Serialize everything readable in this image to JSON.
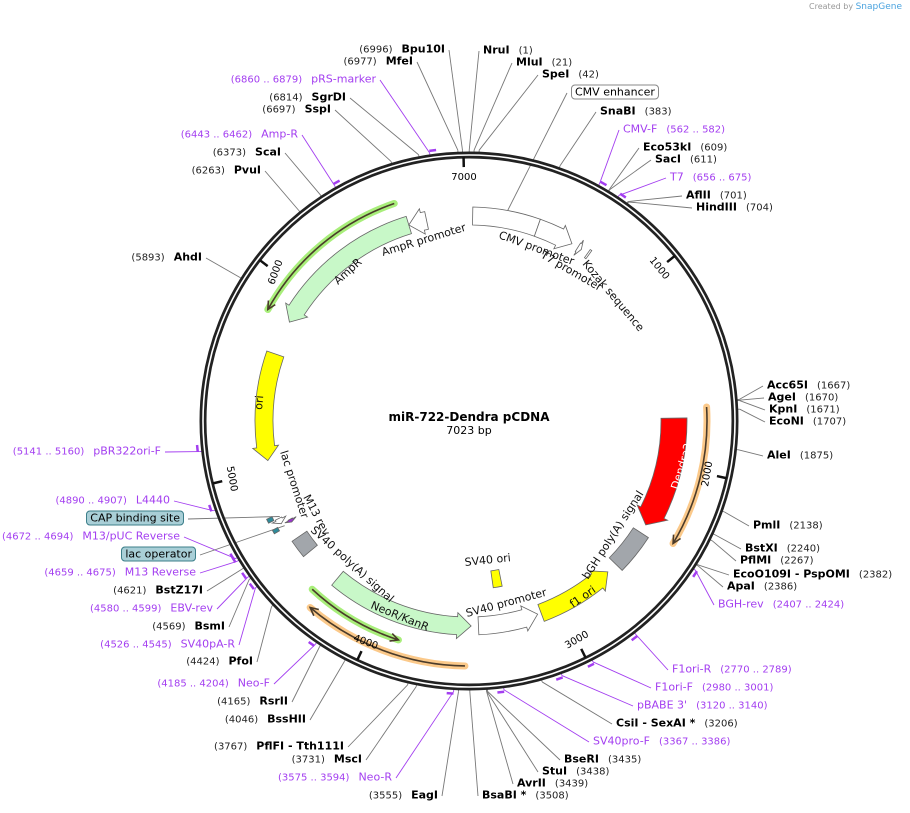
{
  "credit": {
    "prefix": "Created by",
    "brand": "SnapGene"
  },
  "plasmid": {
    "name": "miR-722-Dendra pCDNA",
    "length_label": "7023 bp",
    "length": 7023
  },
  "ticks": [
    "1000",
    "2000",
    "3000",
    "4000",
    "5000",
    "6000",
    "7000"
  ],
  "colors": {
    "primer": "#a33ef0",
    "enzyme": "#000000",
    "ring": "#222222"
  },
  "labels": [
    {
      "kind": "enzyme",
      "name": "Bpu10I",
      "pos": "6996"
    },
    {
      "kind": "enzyme",
      "name": "MfeI",
      "pos": "6977"
    },
    {
      "kind": "primer",
      "name": "pRS-marker",
      "pos": "6860 .. 6879"
    },
    {
      "kind": "enzyme",
      "name": "SgrDI",
      "pos": "6814"
    },
    {
      "kind": "enzyme",
      "name": "SspI",
      "pos": "6697"
    },
    {
      "kind": "primer",
      "name": "Amp-R",
      "pos": "6443 .. 6462"
    },
    {
      "kind": "enzyme",
      "name": "ScaI",
      "pos": "6373"
    },
    {
      "kind": "enzyme",
      "name": "PvuI",
      "pos": "6263"
    },
    {
      "kind": "enzyme",
      "name": "AhdI",
      "pos": "5893"
    },
    {
      "kind": "primer",
      "name": "pBR322ori-F",
      "pos": "5141 .. 5160"
    },
    {
      "kind": "primer",
      "name": "L4440",
      "pos": "4890 .. 4907"
    },
    {
      "kind": "feature",
      "name": "CAP binding site",
      "site": 4745
    },
    {
      "kind": "primer",
      "name": "M13/pUC Reverse",
      "pos": "4672 .. 4694"
    },
    {
      "kind": "feature",
      "name": "lac operator",
      "site": 4690
    },
    {
      "kind": "primer",
      "name": "M13 Reverse",
      "pos": "4659 .. 4675"
    },
    {
      "kind": "enzyme",
      "name": "BstZ17I",
      "pos": "4621"
    },
    {
      "kind": "primer",
      "name": "EBV-rev",
      "pos": "4580 .. 4599"
    },
    {
      "kind": "enzyme",
      "name": "BsmI",
      "pos": "4569"
    },
    {
      "kind": "primer",
      "name": "SV40pA-R",
      "pos": "4526 .. 4545"
    },
    {
      "kind": "enzyme",
      "name": "PfoI",
      "pos": "4424"
    },
    {
      "kind": "primer",
      "name": "Neo-F",
      "pos": "4185 .. 4204"
    },
    {
      "kind": "enzyme",
      "name": "RsrII",
      "pos": "4165"
    },
    {
      "kind": "enzyme",
      "name": "BssHII",
      "pos": "4046"
    },
    {
      "kind": "enzyme",
      "name": "PflFI  - Tth111I",
      "pos": "3767"
    },
    {
      "kind": "enzyme",
      "name": "MscI",
      "pos": "3731"
    },
    {
      "kind": "primer",
      "name": "Neo-R",
      "pos": "3575 .. 3594"
    },
    {
      "kind": "enzyme",
      "name": "EagI",
      "pos": "3555"
    },
    {
      "kind": "enzyme",
      "name": "BsaBI *",
      "pos": "3508"
    },
    {
      "kind": "enzyme",
      "name": "AvrII",
      "pos": "3439"
    },
    {
      "kind": "enzyme",
      "name": "StuI",
      "pos": "3438"
    },
    {
      "kind": "enzyme",
      "name": "BseRI",
      "pos": "3435"
    },
    {
      "kind": "primer",
      "name": "SV40pro-F",
      "pos": "3367 .. 3386"
    },
    {
      "kind": "enzyme",
      "name": "CsiI  - SexAI *",
      "pos": "3206"
    },
    {
      "kind": "primer",
      "name": "pBABE 3'",
      "pos": "3120 .. 3140"
    },
    {
      "kind": "primer",
      "name": "F1ori-F",
      "pos": "2980 .. 3001"
    },
    {
      "kind": "primer",
      "name": "F1ori-R",
      "pos": "2770 .. 2789"
    },
    {
      "kind": "primer",
      "name": "BGH-rev",
      "pos": "2407 .. 2424"
    },
    {
      "kind": "enzyme",
      "name": "ApaI",
      "pos": "2386"
    },
    {
      "kind": "enzyme",
      "name": "EcoO109I  - PspOMI",
      "pos": "2382"
    },
    {
      "kind": "enzyme",
      "name": "PflMI",
      "pos": "2267"
    },
    {
      "kind": "enzyme",
      "name": "BstXI",
      "pos": "2240"
    },
    {
      "kind": "enzyme",
      "name": "PmlI",
      "pos": "2138"
    },
    {
      "kind": "enzyme",
      "name": "AleI",
      "pos": "1875"
    },
    {
      "kind": "enzyme",
      "name": "EcoNI",
      "pos": "1707"
    },
    {
      "kind": "enzyme",
      "name": "KpnI",
      "pos": "1671"
    },
    {
      "kind": "enzyme",
      "name": "AgeI",
      "pos": "1670"
    },
    {
      "kind": "enzyme",
      "name": "Acc65I",
      "pos": "1667"
    },
    {
      "kind": "enzyme",
      "name": "HindIII",
      "pos": "704"
    },
    {
      "kind": "enzyme",
      "name": "AflII",
      "pos": "701"
    },
    {
      "kind": "primer",
      "name": "T7",
      "pos": "656 .. 675"
    },
    {
      "kind": "enzyme",
      "name": "SacI",
      "pos": "611"
    },
    {
      "kind": "enzyme",
      "name": "Eco53kI",
      "pos": "609"
    },
    {
      "kind": "primer",
      "name": "CMV-F",
      "pos": "562 .. 582"
    },
    {
      "kind": "enzyme",
      "name": "SnaBI",
      "pos": "383"
    },
    {
      "kind": "feature",
      "name": "CMV enhancer",
      "site": 200
    },
    {
      "kind": "enzyme",
      "name": "SpeI",
      "pos": "42"
    },
    {
      "kind": "enzyme",
      "name": "MluI",
      "pos": "21"
    },
    {
      "kind": "enzyme",
      "name": "NruI",
      "pos": "1"
    }
  ],
  "features": [
    {
      "start": 20,
      "end": 380,
      "dir": "none",
      "color": "#ffffff"
    },
    {
      "name": "CMV promoter",
      "start": 380,
      "end": 588,
      "dir": "fwd",
      "color": "#ffffff"
    },
    {
      "name": "T7 promoter",
      "start": 626,
      "end": 648,
      "dir": "fwd",
      "color": "#ffffff"
    },
    {
      "name": "Kozak sequence",
      "start": 688,
      "end": 698,
      "dir": "none",
      "color": "#ffffff"
    },
    {
      "name": "Dendra2",
      "start": 1740,
      "end": 2350,
      "dir": "fwd",
      "color": "#ff0000"
    },
    {
      "name": "bGH poly(A) signal",
      "start": 2400,
      "end": 2620,
      "dir": "none",
      "color": "#a2a6ab"
    },
    {
      "name": "f1 ori",
      "start": 2680,
      "end": 3110,
      "dir": "rev",
      "color": "#ffff00"
    },
    {
      "name": "SV40 promoter",
      "start": 3130,
      "end": 3460,
      "dir": "rev",
      "color": "#ffffff"
    },
    {
      "name": "SV40 ori",
      "start": 3290,
      "end": 3350,
      "dir": "none",
      "color": "#ffff00"
    },
    {
      "name": "NeoR/KanR",
      "start": 3500,
      "end": 4290,
      "dir": "rev",
      "color": "#c8f8c8"
    },
    {
      "name": "SV40 poly(A) signal",
      "start": 4500,
      "end": 4600,
      "dir": "none",
      "color": "#a2a6ab"
    },
    {
      "name": "M13 rev",
      "start": 4688,
      "end": 4706,
      "dir": "rev",
      "color": "#9933cc"
    },
    {
      "name": "lac promoter",
      "start": 4708,
      "end": 4738,
      "dir": "rev",
      "color": "#ffffff"
    },
    {
      "start": 4680,
      "end": 4700,
      "dir": "none",
      "color": "#2e8b9a"
    },
    {
      "start": 4740,
      "end": 4762,
      "dir": "none",
      "color": "#2e8b9a"
    },
    {
      "name": "ori",
      "start": 5050,
      "end": 5640,
      "dir": "rev",
      "color": "#ffff00"
    },
    {
      "name": "AmpR",
      "start": 5830,
      "end": 6690,
      "dir": "rev",
      "color": "#c8f8c8"
    },
    {
      "name": "AmpR promoter",
      "start": 6690,
      "end": 6790,
      "dir": "rev",
      "color": "#ffffff"
    }
  ],
  "orfs": [
    {
      "start": 1690,
      "end": 2360,
      "dir": "fwd",
      "color": "#fbc98a"
    },
    {
      "start": 3530,
      "end": 4300,
      "dir": "fwd",
      "color": "#fbc98a"
    },
    {
      "start": 3860,
      "end": 4350,
      "dir": "rev",
      "color": "#a8ee7a"
    },
    {
      "start": 5833,
      "end": 6653,
      "dir": "rev",
      "color": "#a8ee7a"
    }
  ]
}
